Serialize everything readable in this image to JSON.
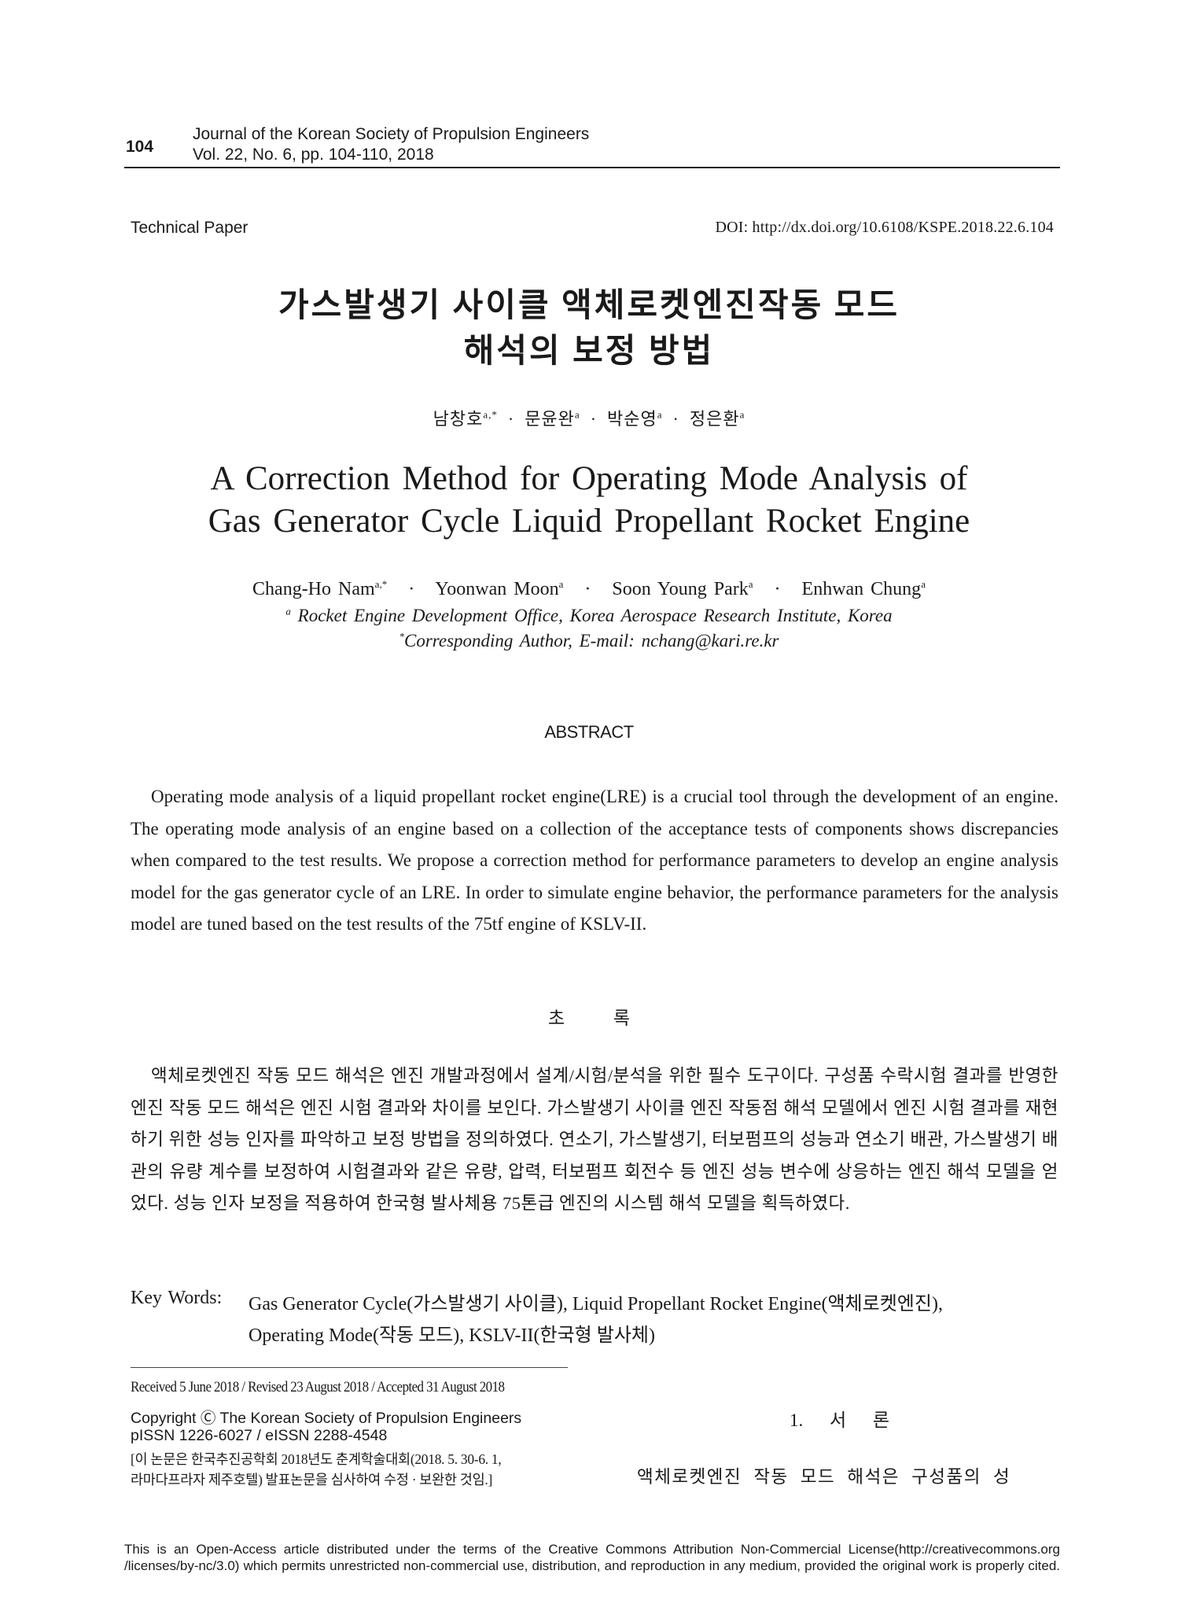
{
  "header": {
    "page_number": "104",
    "journal_name": "Journal of the Korean Society of Propulsion Engineers",
    "journal_volume": "Vol. 22, No. 6, pp. 104-110, 2018",
    "paper_type": "Technical Paper",
    "doi": "DOI:  http://dx.doi.org/10.6108/KSPE.2018.22.6.104"
  },
  "title": {
    "korean_line1": "가스발생기 사이클 액체로켓엔진작동 모드",
    "korean_line2": "해석의 보정 방법",
    "english_line1": "A Correction Method for Operating Mode Analysis of",
    "english_line2": "Gas Generator Cycle Liquid Propellant Rocket Engine"
  },
  "authors": {
    "korean": [
      {
        "name": "남창호",
        "sup": "a,*"
      },
      {
        "name": "문윤완",
        "sup": "a"
      },
      {
        "name": "박순영",
        "sup": "a"
      },
      {
        "name": "정은환",
        "sup": "a"
      }
    ],
    "english": [
      {
        "name": "Chang-Ho Nam",
        "sup": "a,*"
      },
      {
        "name": "Yoonwan Moon",
        "sup": "a"
      },
      {
        "name": "Soon Young Park",
        "sup": "a"
      },
      {
        "name": "Enhwan Chung",
        "sup": "a"
      }
    ],
    "separator": "·",
    "affiliation_sup": "a",
    "affiliation": "Rocket Engine Development Office, Korea Aerospace Research Institute, Korea",
    "corresponding_sup": "*",
    "corresponding": "Corresponding Author, E-mail: nchang@kari.re.kr"
  },
  "abstract": {
    "heading": "ABSTRACT",
    "body": "Operating mode analysis of a liquid propellant rocket engine(LRE) is a crucial tool through the development of an engine. The operating mode analysis of an engine based on a collection of the acceptance tests of components shows discrepancies when compared to the test results. We propose a correction method for performance parameters to develop an engine analysis model for the gas generator cycle of an LRE. In order to simulate engine behavior, the performance parameters for the analysis model are tuned based on the test results of the 75tf engine of KSLV-II."
  },
  "korean_abstract": {
    "heading": "초 록",
    "body": "액체로켓엔진 작동 모드 해석은 엔진 개발과정에서 설계/시험/분석을 위한 필수 도구이다. 구성품 수락시험 결과를 반영한 엔진 작동 모드 해석은 엔진 시험 결과와 차이를 보인다. 가스발생기 사이클 엔진 작동점 해석 모델에서 엔진 시험 결과를 재현하기 위한 성능 인자를 파악하고 보정 방법을 정의하였다. 연소기, 가스발생기, 터보펌프의 성능과 연소기 배관, 가스발생기 배관의 유량 계수를 보정하여 시험결과와 같은 유량, 압력, 터보펌프 회전수 등 엔진 성능 변수에 상응하는 엔진 해석 모델을 얻었다. 성능 인자 보정을 적용하여 한국형 발사체용 75톤급 엔진의 시스템 해석 모델을 획득하였다."
  },
  "keywords": {
    "label": "Key Words:",
    "line1": "Gas Generator Cycle(가스발생기 사이클), Liquid Propellant Rocket Engine(액체로켓엔진),",
    "line2": "Operating Mode(작동 모드), KSLV-II(한국형 발사체)"
  },
  "footnote": {
    "received": "Received 5 June 2018 / Revised 23 August 2018 / Accepted 31 August 2018",
    "copyright": "Copyright Ⓒ The Korean Society of Propulsion Engineers",
    "issn": "pISSN 1226-6027 / eISSN 2288-4548",
    "note_line1": "[이 논문은 한국추진공학회 2018년도 춘계학술대회(2018. 5. 30-6. 1,",
    "note_line2": " 라마다프라자 제주호텔) 발표논문을 심사하여 수정 · 보완한 것임.]"
  },
  "intro": {
    "heading": "1. 서 론",
    "first_line": "액체로켓엔진 작동 모드 해석은 구성품의 성"
  },
  "license": {
    "line1": "This is an Open-Access article distributed under the terms of the Creative Commons Attribution Non-Commercial License(http://creativecommons.org",
    "line2": "/licenses/by-nc/3.0) which permits unrestricted non-commercial use, distribution, and reproduction in any medium, provided the original work is properly cited."
  }
}
